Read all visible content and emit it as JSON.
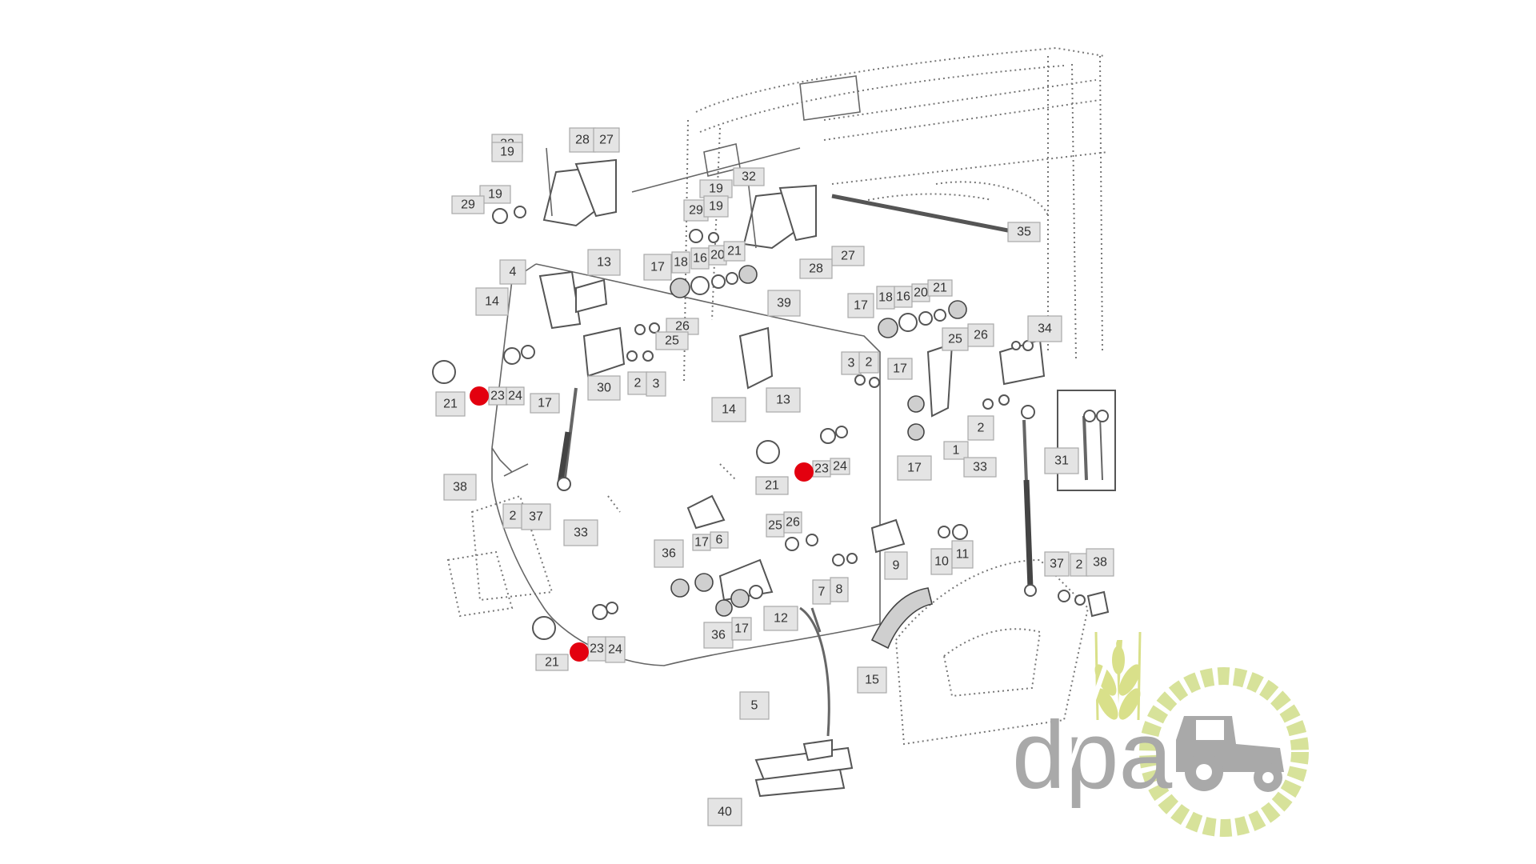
{
  "diagram": {
    "callouts": [
      {
        "id": "c32a",
        "text": "32"
      },
      {
        "id": "c19a",
        "text": "19"
      },
      {
        "id": "c28a",
        "text": "28"
      },
      {
        "id": "c27a",
        "text": "27"
      },
      {
        "id": "c19b",
        "text": "19"
      },
      {
        "id": "c29a",
        "text": "29"
      },
      {
        "id": "c32b",
        "text": "32"
      },
      {
        "id": "c19c",
        "text": "19"
      },
      {
        "id": "c29b",
        "text": "29"
      },
      {
        "id": "c19d",
        "text": "19"
      },
      {
        "id": "c27b",
        "text": "27"
      },
      {
        "id": "c28b",
        "text": "28"
      },
      {
        "id": "c35",
        "text": "35"
      },
      {
        "id": "c4",
        "text": "4"
      },
      {
        "id": "c13a",
        "text": "13"
      },
      {
        "id": "c17a",
        "text": "17"
      },
      {
        "id": "c18a",
        "text": "18"
      },
      {
        "id": "c16a",
        "text": "16"
      },
      {
        "id": "c20a",
        "text": "20"
      },
      {
        "id": "c21a",
        "text": "21"
      },
      {
        "id": "c14a",
        "text": "14"
      },
      {
        "id": "c26a",
        "text": "26"
      },
      {
        "id": "c25a",
        "text": "25"
      },
      {
        "id": "c39",
        "text": "39"
      },
      {
        "id": "c17b",
        "text": "17"
      },
      {
        "id": "c18b",
        "text": "18"
      },
      {
        "id": "c16b",
        "text": "16"
      },
      {
        "id": "c20b",
        "text": "20"
      },
      {
        "id": "c21b",
        "text": "21"
      },
      {
        "id": "c25b",
        "text": "25"
      },
      {
        "id": "c26b",
        "text": "26"
      },
      {
        "id": "c34",
        "text": "34"
      },
      {
        "id": "c21c",
        "text": "21"
      },
      {
        "id": "c23a",
        "text": "23"
      },
      {
        "id": "c24a",
        "text": "24"
      },
      {
        "id": "c17c",
        "text": "17"
      },
      {
        "id": "c30",
        "text": "30"
      },
      {
        "id": "c2a",
        "text": "2"
      },
      {
        "id": "c3a",
        "text": "3"
      },
      {
        "id": "c14b",
        "text": "14"
      },
      {
        "id": "c13b",
        "text": "13"
      },
      {
        "id": "c3b",
        "text": "3"
      },
      {
        "id": "c2b",
        "text": "2"
      },
      {
        "id": "c17d",
        "text": "17"
      },
      {
        "id": "c2c",
        "text": "2"
      },
      {
        "id": "c1",
        "text": "1"
      },
      {
        "id": "c31",
        "text": "31"
      },
      {
        "id": "c21d",
        "text": "21"
      },
      {
        "id": "c23b",
        "text": "23"
      },
      {
        "id": "c24b",
        "text": "24"
      },
      {
        "id": "c17e",
        "text": "17"
      },
      {
        "id": "c33a",
        "text": "33"
      },
      {
        "id": "c38a",
        "text": "38"
      },
      {
        "id": "c2d",
        "text": "2"
      },
      {
        "id": "c37a",
        "text": "37"
      },
      {
        "id": "c33b",
        "text": "33"
      },
      {
        "id": "c25c",
        "text": "25"
      },
      {
        "id": "c26c",
        "text": "26"
      },
      {
        "id": "c36a",
        "text": "36"
      },
      {
        "id": "c17f",
        "text": "17"
      },
      {
        "id": "c6",
        "text": "6"
      },
      {
        "id": "c9",
        "text": "9"
      },
      {
        "id": "c10",
        "text": "10"
      },
      {
        "id": "c11",
        "text": "11"
      },
      {
        "id": "c7",
        "text": "7"
      },
      {
        "id": "c8",
        "text": "8"
      },
      {
        "id": "c37b",
        "text": "37"
      },
      {
        "id": "c2e",
        "text": "2"
      },
      {
        "id": "c38b",
        "text": "38"
      },
      {
        "id": "c36b",
        "text": "36"
      },
      {
        "id": "c17g",
        "text": "17"
      },
      {
        "id": "c12",
        "text": "12"
      },
      {
        "id": "c21e",
        "text": "21"
      },
      {
        "id": "c23c",
        "text": "23"
      },
      {
        "id": "c24c",
        "text": "24"
      },
      {
        "id": "c15",
        "text": "15"
      },
      {
        "id": "c5",
        "text": "5"
      },
      {
        "id": "c40",
        "text": "40"
      }
    ],
    "highlight_color": "#e3000f"
  },
  "logo": {
    "text": "dpa",
    "text_color": "#a9a9a9",
    "ring_color": "#d7e29a",
    "wheat_color": "#d9e08a"
  }
}
